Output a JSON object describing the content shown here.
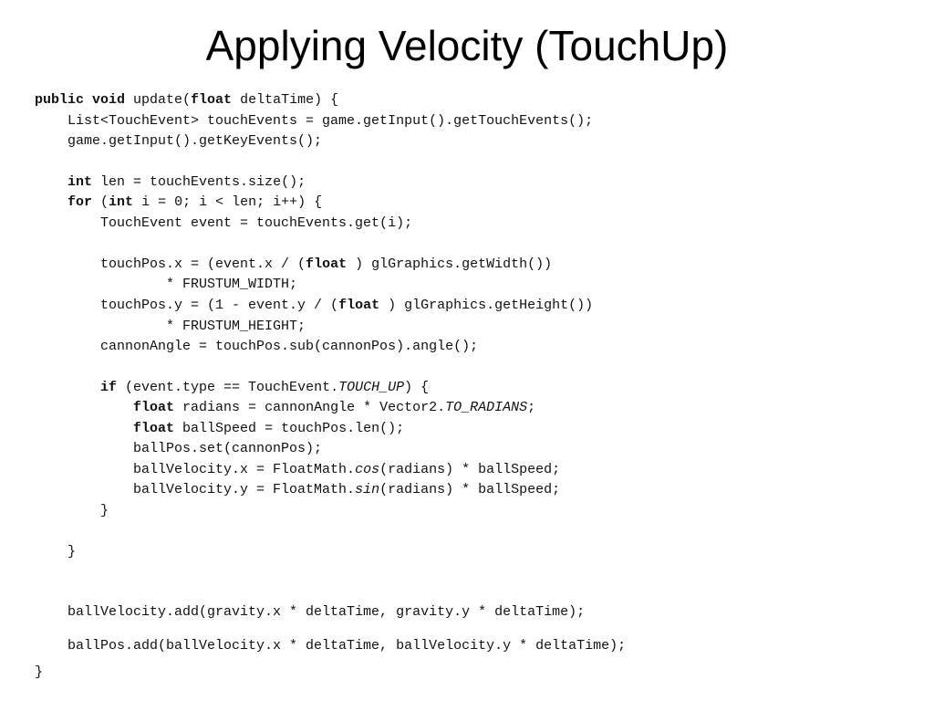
{
  "slide": {
    "title": "Applying Velocity (TouchUp)"
  },
  "code": {
    "lines": [
      [
        {
          "t": "public void",
          "b": true
        },
        {
          "t": " update("
        },
        {
          "t": "float",
          "b": true
        },
        {
          "t": " deltaTime) {"
        }
      ],
      [
        {
          "t": "    List<TouchEvent> touchEvents = game.getInput().getTouchEvents();"
        }
      ],
      [
        {
          "t": "    game.getInput().getKeyEvents();"
        }
      ],
      [
        {
          "t": "    "
        },
        {
          "t": "int",
          "b": true
        },
        {
          "t": " len = touchEvents.size();"
        }
      ],
      [
        {
          "t": "    "
        },
        {
          "t": "for",
          "b": true
        },
        {
          "t": " ("
        },
        {
          "t": "int",
          "b": true
        },
        {
          "t": " i = 0; i < len; i++) {"
        }
      ],
      [
        {
          "t": "        TouchEvent event = touchEvents.get(i);"
        }
      ],
      [
        {
          "t": "        touchPos.x = (event.x / ("
        },
        {
          "t": "float",
          "b": true
        },
        {
          "t": " ) glGraphics.getWidth())"
        }
      ],
      [
        {
          "t": "                * FRUSTUM_WIDTH;"
        }
      ],
      [
        {
          "t": "        touchPos.y = (1 - event.y / ("
        },
        {
          "t": "float",
          "b": true
        },
        {
          "t": " ) glGraphics.getHeight())"
        }
      ],
      [
        {
          "t": "                * FRUSTUM_HEIGHT;"
        }
      ],
      [
        {
          "t": "        cannonAngle = touchPos.sub(cannonPos).angle();"
        }
      ],
      [
        {
          "t": "        "
        },
        {
          "t": "if",
          "b": true
        },
        {
          "t": " (event.type == TouchEvent."
        },
        {
          "t": "TOUCH_UP",
          "i": true
        },
        {
          "t": ") {"
        }
      ],
      [
        {
          "t": "            "
        },
        {
          "t": "float",
          "b": true
        },
        {
          "t": " radians = cannonAngle * Vector2."
        },
        {
          "t": "TO_RADIANS",
          "i": true
        },
        {
          "t": ";"
        }
      ],
      [
        {
          "t": "            "
        },
        {
          "t": "float",
          "b": true
        },
        {
          "t": " ballSpeed = touchPos.len();"
        }
      ],
      [
        {
          "t": "            ballPos.set(cannonPos);"
        }
      ],
      [
        {
          "t": "            ballVelocity.x = FloatMath."
        },
        {
          "t": "cos",
          "i": true
        },
        {
          "t": "(radians) * ballSpeed;"
        }
      ],
      [
        {
          "t": "            ballVelocity.y = FloatMath."
        },
        {
          "t": "sin",
          "i": true
        },
        {
          "t": "(radians) * ballSpeed;"
        }
      ],
      [
        {
          "t": "        }"
        }
      ],
      [
        {
          "t": "    }"
        }
      ],
      [
        {
          "t": "    ballVelocity.add(gravity.x * deltaTime, gravity.y * deltaTime);"
        }
      ],
      [
        {
          "t": "    ballPos.add(ballVelocity.x * deltaTime, ballVelocity.y * deltaTime);"
        }
      ],
      [
        {
          "t": "}"
        }
      ]
    ]
  }
}
